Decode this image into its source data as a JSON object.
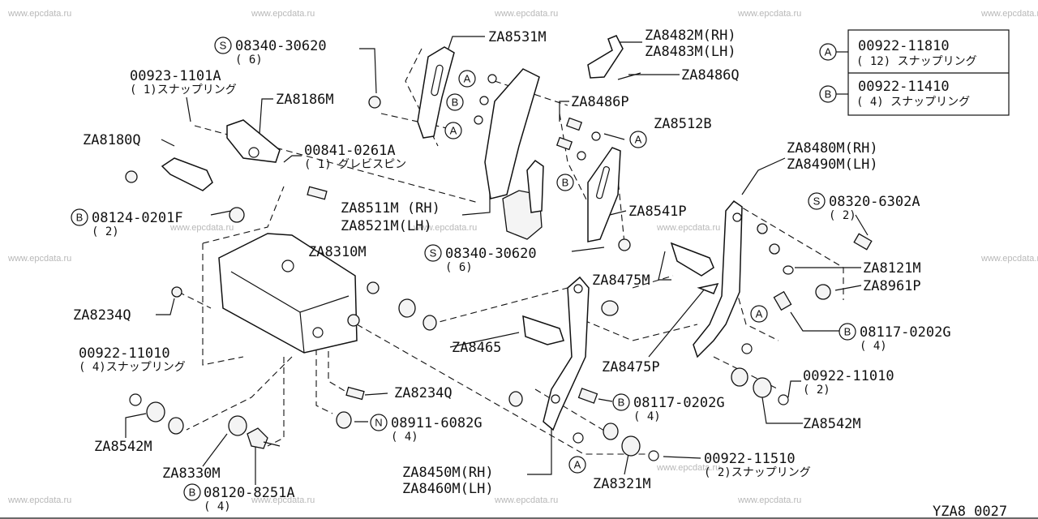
{
  "watermarks": [
    "www.epcdata.ru"
  ],
  "legend": {
    "A": {
      "symbol": "A",
      "part": "00922-11810",
      "desc": "( 12) スナップリング"
    },
    "B": {
      "symbol": "B",
      "part": "00922-11410",
      "desc": "( 4) スナップリング"
    }
  },
  "symbols": {
    "A": "A",
    "B": "B",
    "S": "S",
    "N": "N"
  },
  "labels": {
    "za8531m": "ZA8531M",
    "za8482m": "ZA8482M(RH)",
    "za8483m": "ZA8483M(LH)",
    "za8486q": "ZA8486Q",
    "za8486p": "ZA8486P",
    "za8512b": "ZA8512B",
    "s08340_top": "08340-30620",
    "s08340_top_qty": "( 6)",
    "n00923": "00923-1101A",
    "n00923_desc": "( 1)スナップリング",
    "za8186m": "ZA8186M",
    "za8180q": "ZA8180Q",
    "n00841": "00841-0261A",
    "n00841_desc": "( 1) グレビスピン",
    "za8511m": "ZA8511M (RH)",
    "za8521m": "ZA8521M(LH)",
    "za8541p": "ZA8541P",
    "b08124": "08124-0201F",
    "b08124_qty": "( 2)",
    "s08340_mid": "08340-30620",
    "s08340_mid_qty": "( 6)",
    "za8480m": "ZA8480M(RH)",
    "za8490m": "ZA8490M(LH)",
    "s08320": "08320-6302A",
    "s08320_qty": "( 2)",
    "za8310m": "ZA8310M",
    "za8475m": "ZA8475M",
    "za8121m": "ZA8121M",
    "za8961p": "ZA8961P",
    "za8234q_l": "ZA8234Q",
    "b08117_r": "08117-0202G",
    "b08117_r_qty": "( 4)",
    "n00922_11010_l": "00922-11010",
    "n00922_11010_l_desc": "( 4)スナップリング",
    "za8465": "ZA8465",
    "za8475p": "ZA8475P",
    "n00922_11010_r": "00922-11010",
    "n00922_11010_r_qty": "( 2)",
    "za8234q_c": "ZA8234Q",
    "b08117_c": "08117-0202G",
    "b08117_c_qty": "( 4)",
    "za8542m_l": "ZA8542M",
    "za8542m_r": "ZA8542M",
    "n08911": "08911-6082G",
    "n08911_qty": "( 4)",
    "za8330m": "ZA8330M",
    "b08120": "08120-8251A",
    "b08120_qty": "( 4)",
    "za8450m": "ZA8450M(RH)",
    "za8460m": "ZA8460M(LH)",
    "za8321m": "ZA8321M",
    "n00922_11510": "00922-11510",
    "n00922_11510_desc": "( 2)スナップリング",
    "footer_code": "YZA8 0027"
  }
}
